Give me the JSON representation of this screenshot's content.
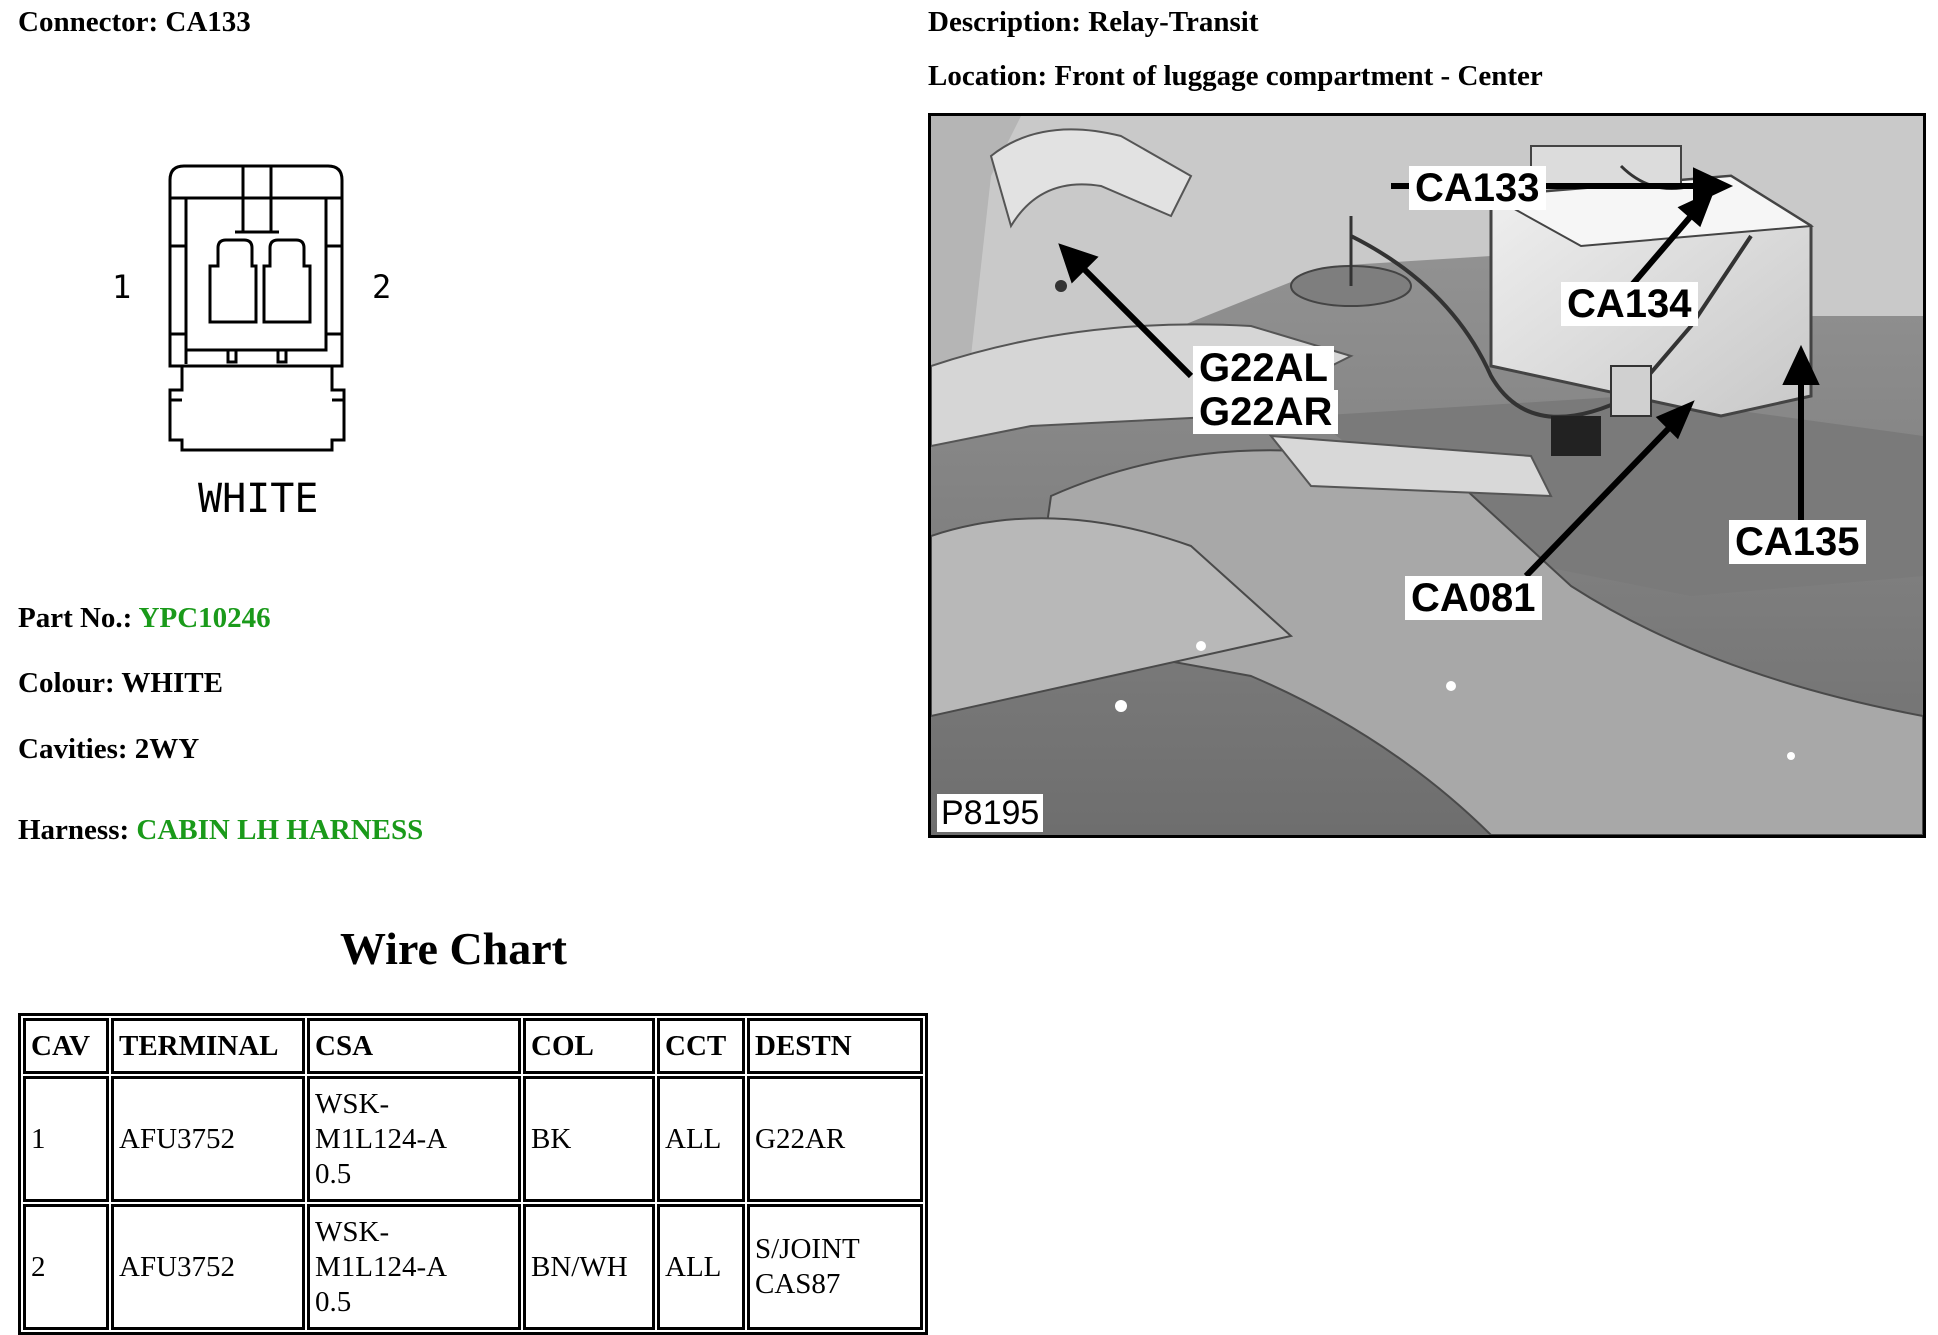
{
  "connector": {
    "label": "Connector:",
    "value": "CA133"
  },
  "description": {
    "label": "Description:",
    "value": "Relay-Transit"
  },
  "location": {
    "label": "Location:",
    "value": "Front of luggage compartment - Center"
  },
  "diagram": {
    "pin1": "1",
    "pin2": "2",
    "colour_text": "WHITE"
  },
  "part": {
    "label": "Part No.:",
    "value": "YPC10246"
  },
  "colour": {
    "label": "Colour:",
    "value": "WHITE"
  },
  "cavities": {
    "label": "Cavities:",
    "value": "2WY"
  },
  "harness": {
    "label": "Harness:",
    "value": "CABIN LH HARNESS"
  },
  "photo": {
    "callouts": {
      "ca133": "CA133",
      "ca134": "CA134",
      "ca135": "CA135",
      "ca081": "CA081",
      "g22al": "G22AL",
      "g22ar": "G22AR"
    },
    "code": "P8195"
  },
  "wire_chart": {
    "title": "Wire Chart",
    "headers": [
      "CAV",
      "TERMINAL",
      "CSA",
      "COL",
      "CCT",
      "DESTN"
    ],
    "rows": [
      {
        "cav": "1",
        "terminal": "AFU3752",
        "csa": [
          "WSK-",
          "M1L124-A",
          "0.5"
        ],
        "col": "BK",
        "cct": "ALL",
        "destn": [
          "G22AR"
        ]
      },
      {
        "cav": "2",
        "terminal": "AFU3752",
        "csa": [
          "WSK-",
          "M1L124-A",
          "0.5"
        ],
        "col": "BN/WH",
        "cct": "ALL",
        "destn": [
          "S/JOINT",
          "CAS87"
        ]
      }
    ]
  },
  "colors": {
    "link_green": "#1a9a1a",
    "text": "#000000"
  }
}
